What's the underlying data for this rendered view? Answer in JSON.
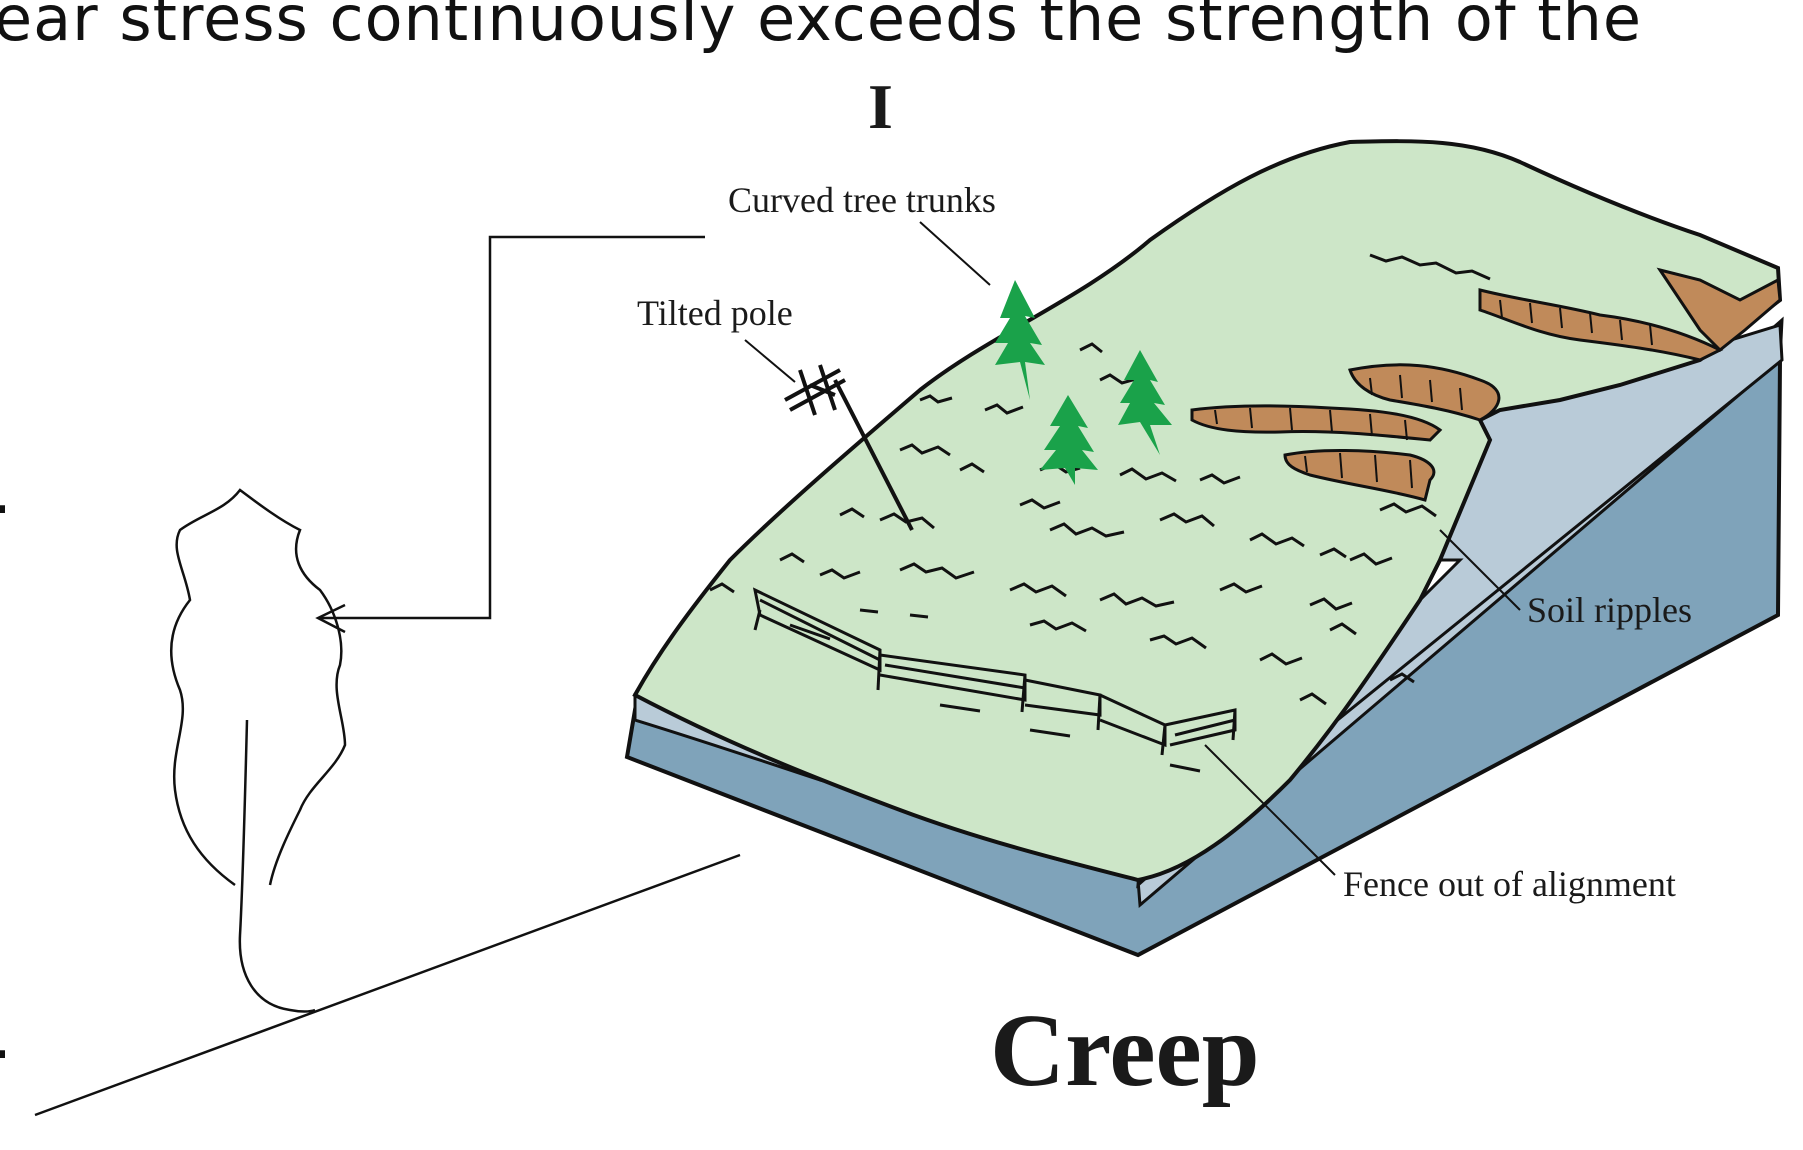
{
  "slide": {
    "top_text": "ear stress continuously exceeds the strength of the",
    "bottom_text": "",
    "fragment_1": ".",
    "fragment_2": "."
  },
  "figure": {
    "marker": "I",
    "title": "Creep",
    "labels": {
      "curved_trees": "Curved tree trunks",
      "tilted_pole": "Tilted pole",
      "soil_ripples": "Soil ripples",
      "fence": "Fence out of alignment"
    }
  },
  "colors": {
    "grass": "#cde6c8",
    "soil_layer_light": "#b9cbd8",
    "soil_layer_dark": "#7fa3ba",
    "scarp_brown": "#c08a5a",
    "tree_green": "#1aa24a",
    "ink": "#111111"
  }
}
